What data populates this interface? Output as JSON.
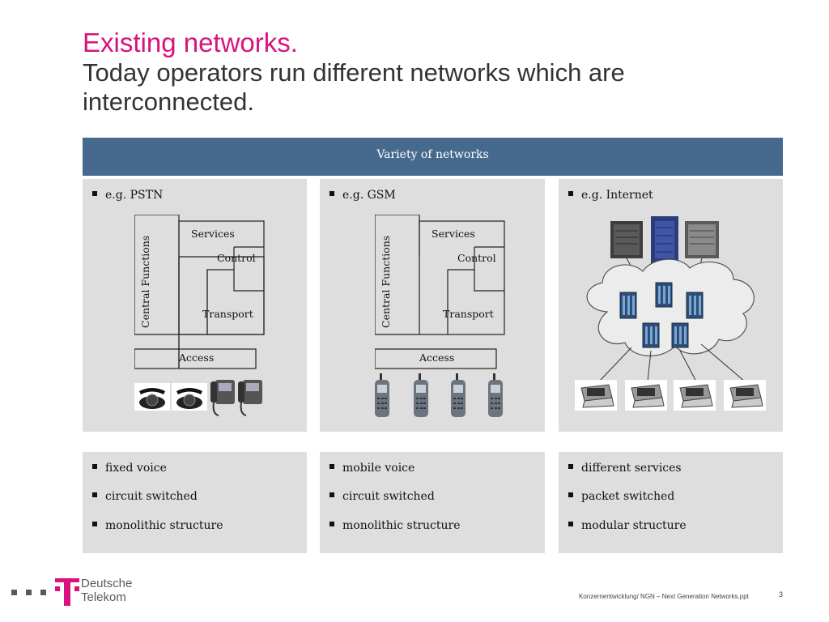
{
  "title": {
    "line1": "Existing networks.",
    "line2": "Today operators run different networks which are",
    "line3": "interconnected."
  },
  "banner": "Variety of networks",
  "columns": [
    {
      "heading": "e.g. PSTN",
      "diagram": {
        "central": "Central Functions",
        "services": "Services",
        "control": "Control",
        "transport": "Transport",
        "access": "Access"
      },
      "device_icon": "telephone-icon",
      "features": [
        "fixed voice",
        "circuit switched",
        "monolithic structure"
      ]
    },
    {
      "heading": "e.g. GSM",
      "diagram": {
        "central": "Central Functions",
        "services": "Services",
        "control": "Control",
        "transport": "Transport",
        "access": "Access"
      },
      "device_icon": "mobile-phone-icon",
      "features": [
        "mobile voice",
        "circuit switched",
        "monolithic structure"
      ]
    },
    {
      "heading": "e.g. Internet",
      "device_icon": "laptop-icon",
      "features": [
        "different services",
        "packet switched",
        "modular structure"
      ]
    }
  ],
  "footer": {
    "note": "Konzernentwicklung/ NGN – Next Generation Networks.ppt",
    "page": "3",
    "brand_line1": "Deutsche",
    "brand_line2": "Telekom"
  },
  "colors": {
    "magenta": "#d9137d",
    "banner": "#466a8d",
    "panel": "#dedede"
  }
}
